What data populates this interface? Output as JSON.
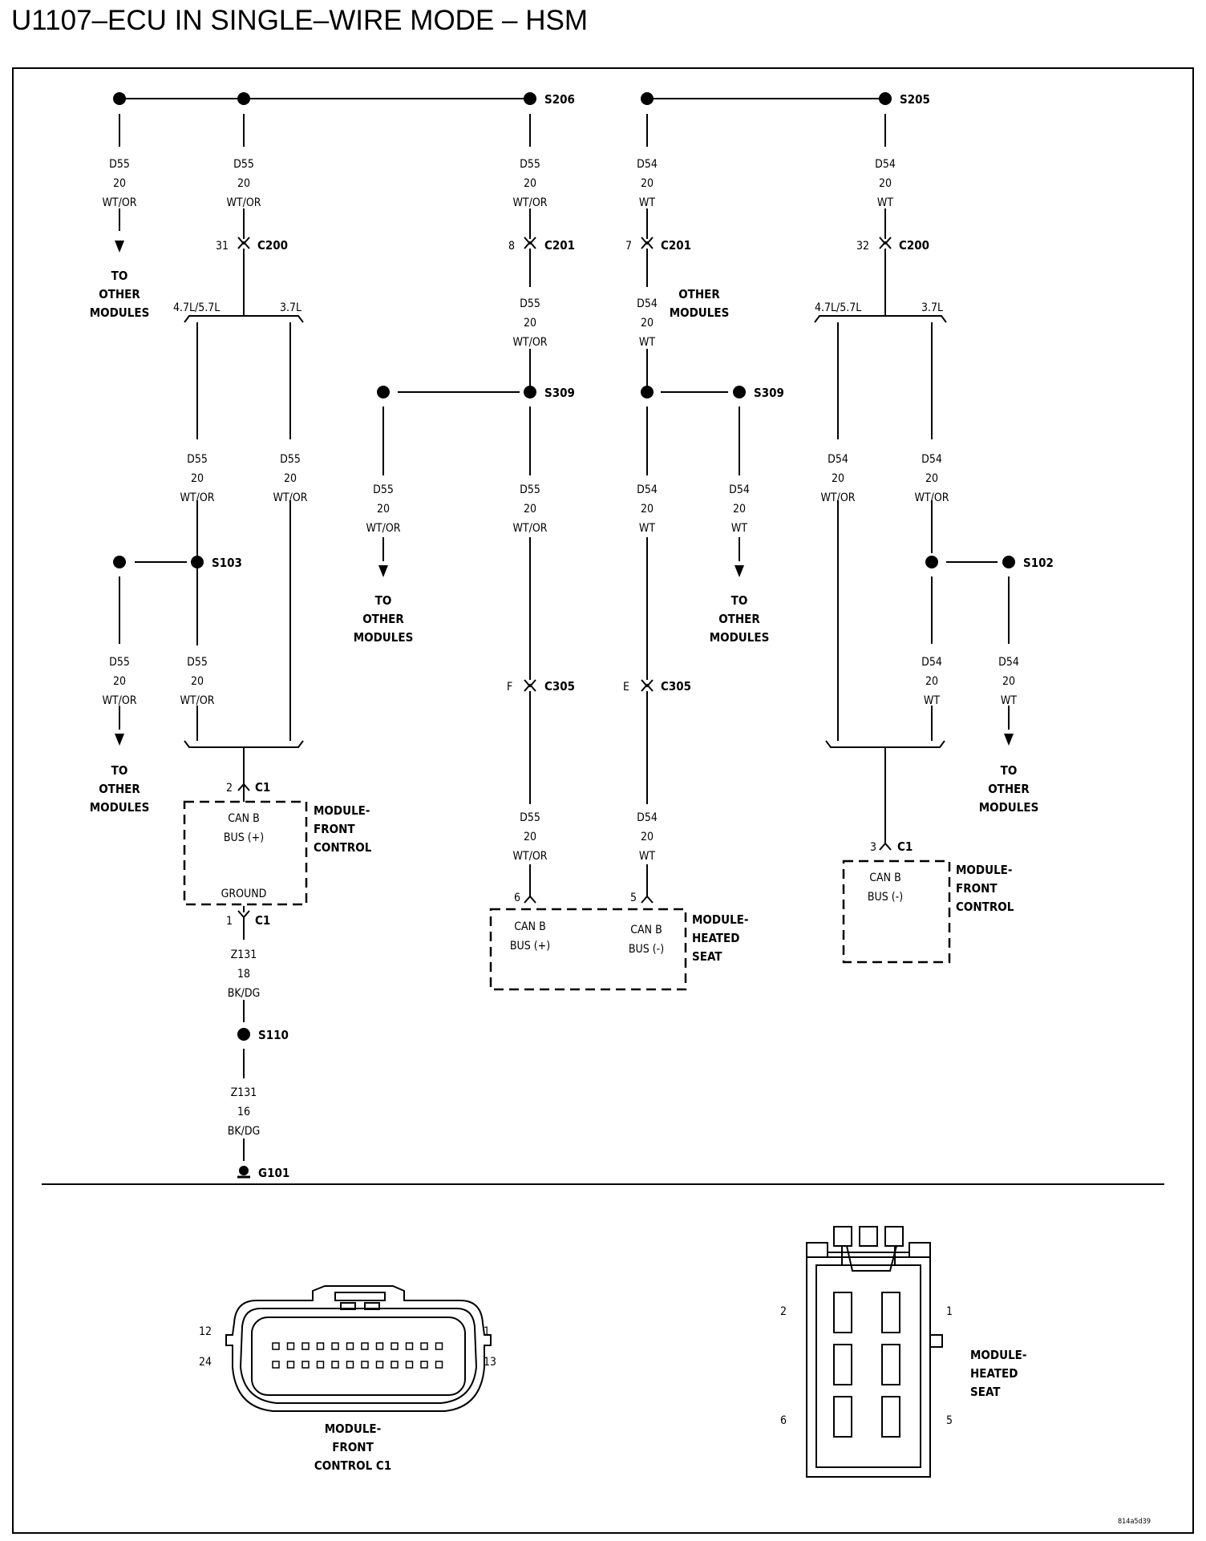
{
  "title": "U1107–ECU IN SINGLE–WIRE MODE – HSM",
  "labels": {
    "s206": "S206",
    "s205": "S205",
    "s309": "S309",
    "s103": "S103",
    "s102": "S102",
    "s110": "S110",
    "g101": "G101",
    "c200": "C200",
    "c201": "C201",
    "c305": "C305",
    "c1": "C1",
    "to": "TO",
    "other": "OTHER",
    "modules": "MODULES",
    "module": "MODULE-",
    "front": "FRONT",
    "control": "CONTROL",
    "heated": "HEATED",
    "seat": "SEAT",
    "control_c1": "CONTROL C1",
    "can_b": "CAN B",
    "bus_pos": "BUS (+)",
    "bus_neg": "BUS (-)",
    "ground": "GROUND",
    "eng_a": "4.7L/5.7L",
    "eng_b": "3.7L",
    "pin_31": "31",
    "pin_32": "32",
    "pin_8": "8",
    "pin_7": "7",
    "pin_f": "F",
    "pin_e": "E",
    "pin_1": "1",
    "pin_2": "2",
    "pin_3": "3",
    "pin_5": "5",
    "pin_6": "6",
    "pin_12": "12",
    "pin_13": "13",
    "pin_24": "24",
    "figure_id": "814a5d39"
  },
  "wires": {
    "d55": "D55",
    "d54": "D54",
    "z131": "Z131",
    "g20": "20",
    "g18": "18",
    "g16": "16",
    "wt_or": "WT/OR",
    "wt": "WT",
    "bk_dg": "BK/DG"
  }
}
